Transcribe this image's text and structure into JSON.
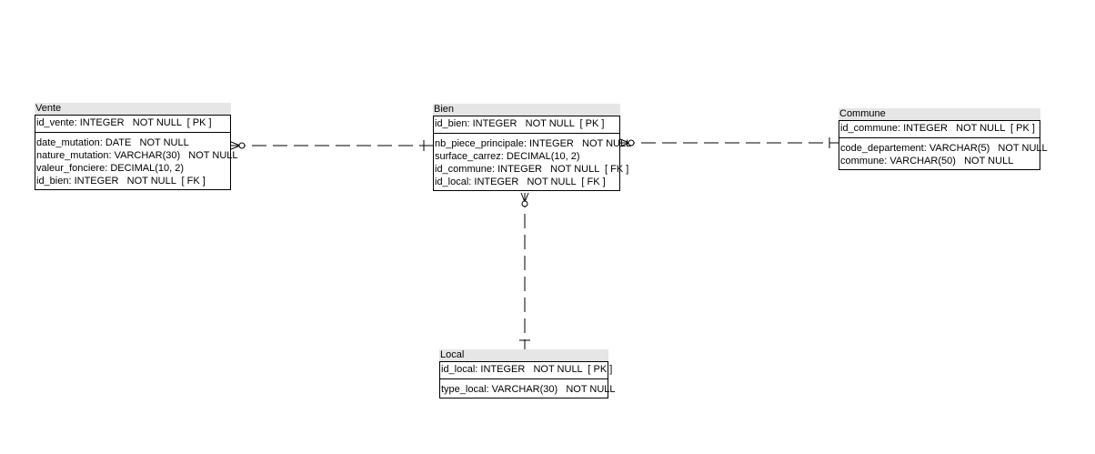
{
  "entities": {
    "vente": {
      "title": "Vente",
      "pk": "id_vente: INTEGER   NOT NULL  [ PK ]",
      "attrs": [
        "date_mutation: DATE   NOT NULL",
        "nature_mutation: VARCHAR(30)   NOT NULL",
        "valeur_fonciere: DECIMAL(10, 2)",
        "id_bien: INTEGER   NOT NULL  [ FK ]"
      ]
    },
    "bien": {
      "title": "Bien",
      "pk": "id_bien: INTEGER   NOT NULL  [ PK ]",
      "attrs": [
        "nb_piece_principale: INTEGER   NOT NULL",
        "surface_carrez: DECIMAL(10, 2)",
        "id_commune: INTEGER   NOT NULL  [ FK ]",
        "id_local: INTEGER   NOT NULL  [ FK ]"
      ]
    },
    "commune": {
      "title": "Commune",
      "pk": "id_commune: INTEGER   NOT NULL  [ PK ]",
      "attrs": [
        "code_departement: VARCHAR(5)   NOT NULL",
        "commune: VARCHAR(50)   NOT NULL"
      ]
    },
    "local": {
      "title": "Local",
      "pk": "id_local: INTEGER   NOT NULL  [ PK ]",
      "attrs": [
        "type_local: VARCHAR(30)   NOT NULL"
      ]
    }
  },
  "relationships": [
    {
      "from": "vente",
      "to": "bien",
      "from_cardinality": "zero-or-many",
      "to_cardinality": "one",
      "style": "dashed"
    },
    {
      "from": "bien",
      "to": "commune",
      "from_cardinality": "zero-or-many",
      "to_cardinality": "one",
      "style": "dashed"
    },
    {
      "from": "bien",
      "to": "local",
      "from_cardinality": "zero-or-many",
      "to_cardinality": "one",
      "style": "dashed"
    }
  ]
}
